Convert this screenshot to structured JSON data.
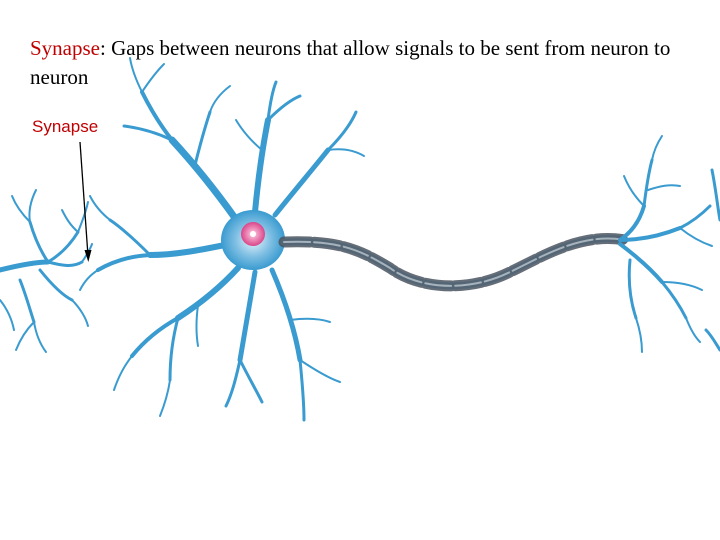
{
  "heading": {
    "term": "Synapse",
    "definition": ": Gaps between neurons that allow signals to be sent from neuron to neuron"
  },
  "label": "Synapse",
  "colors": {
    "term": "#c00000",
    "dendrite": "#3a9bd0",
    "dendrite_light": "#8cc7e8",
    "nucleus": "#d9468a",
    "myelin": "#4a5560"
  }
}
